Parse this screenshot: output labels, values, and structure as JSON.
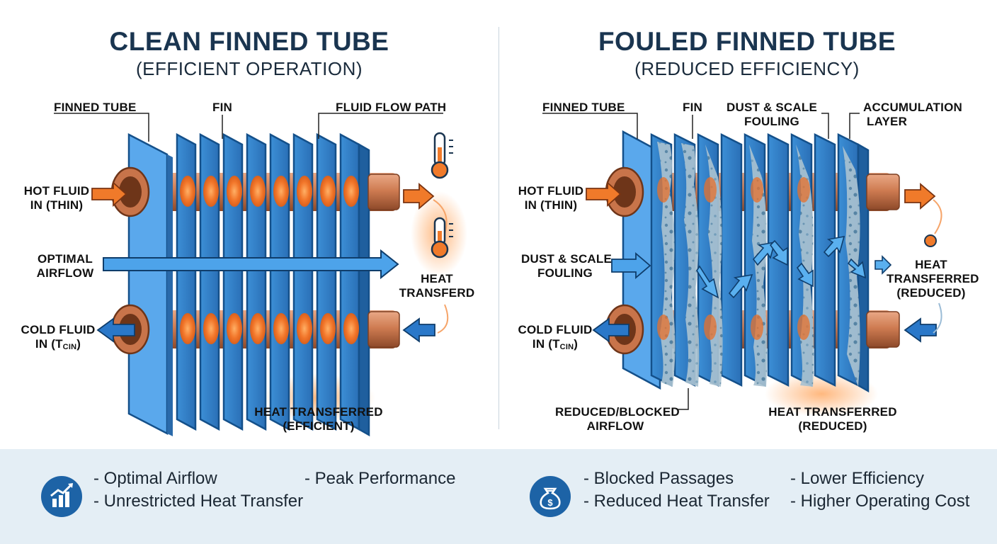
{
  "left": {
    "title": "CLEAN FINNED TUBE",
    "subtitle": "(EFFICIENT OPERATION)",
    "labels": {
      "finned_tube": "FINNED TUBE",
      "fin": "FIN",
      "fluid_flow_path": "FLUID FLOW PATH",
      "hot_fluid_1": "HOT FLUID",
      "hot_fluid_2": "IN (THIN)",
      "optimal_1": "OPTIMAL",
      "optimal_2": "AIRFLOW",
      "cold_1": "COLD FLUID",
      "cold_2": "IN (T",
      "cold_sub": "CIN",
      "cold_close": ")",
      "heat_side_1": "HEAT",
      "heat_side_2": "TRANSFERD",
      "heat_bottom_1": "HEAT TRANSFERRED",
      "heat_bottom_2": "(EFFICIENT)"
    }
  },
  "right": {
    "title": "FOULED FINNED TUBE",
    "subtitle": "(REDUCED EFFICIENCY)",
    "labels": {
      "finned_tube": "FINNED TUBE",
      "fin": "FIN",
      "dust_top_1": "DUST & SCALE",
      "dust_top_2": "FOULING",
      "accum_1": "ACCUMULATION",
      "accum_2": "LAYER",
      "hot_fluid_1": "HOT FLUID",
      "hot_fluid_2": "IN (THIN)",
      "dust_side_1": "DUST & SCALE",
      "dust_side_2": "FOULING",
      "cold_1": "COLD FLUID",
      "cold_2": "IN (T",
      "cold_sub": "CIN",
      "cold_close": ")",
      "heat_side_1": "HEAT",
      "heat_side_2": "TRANSFERRED",
      "heat_side_3": "(REDUCED)",
      "reduced_1": "REDUCED/BLOCKED",
      "reduced_2": "AIRFLOW",
      "heat_bottom_1": "HEAT TRANSFERRED",
      "heat_bottom_2": "(REDUCED)"
    }
  },
  "footer": {
    "left_icon": "performance-chart-icon",
    "left_items": [
      "- Optimal Airflow",
      "- Peak Performance",
      "- Unrestricted Heat Transfer"
    ],
    "right_icon": "money-bag-icon",
    "right_items": [
      "- Blocked Passages",
      "- Lower Efficiency",
      "- Reduced Heat Transfer",
      "- Higher Operating Cost"
    ]
  },
  "colors": {
    "fin_blue": "#2f7fc8",
    "fin_dark": "#14508a",
    "copper": "#c8744a",
    "hot_orange": "#f07a2a",
    "cold_blue": "#2a78c9",
    "title_navy": "#1a3550",
    "footer_bg": "#e4eef5",
    "fouling": "#9fb9c9"
  }
}
